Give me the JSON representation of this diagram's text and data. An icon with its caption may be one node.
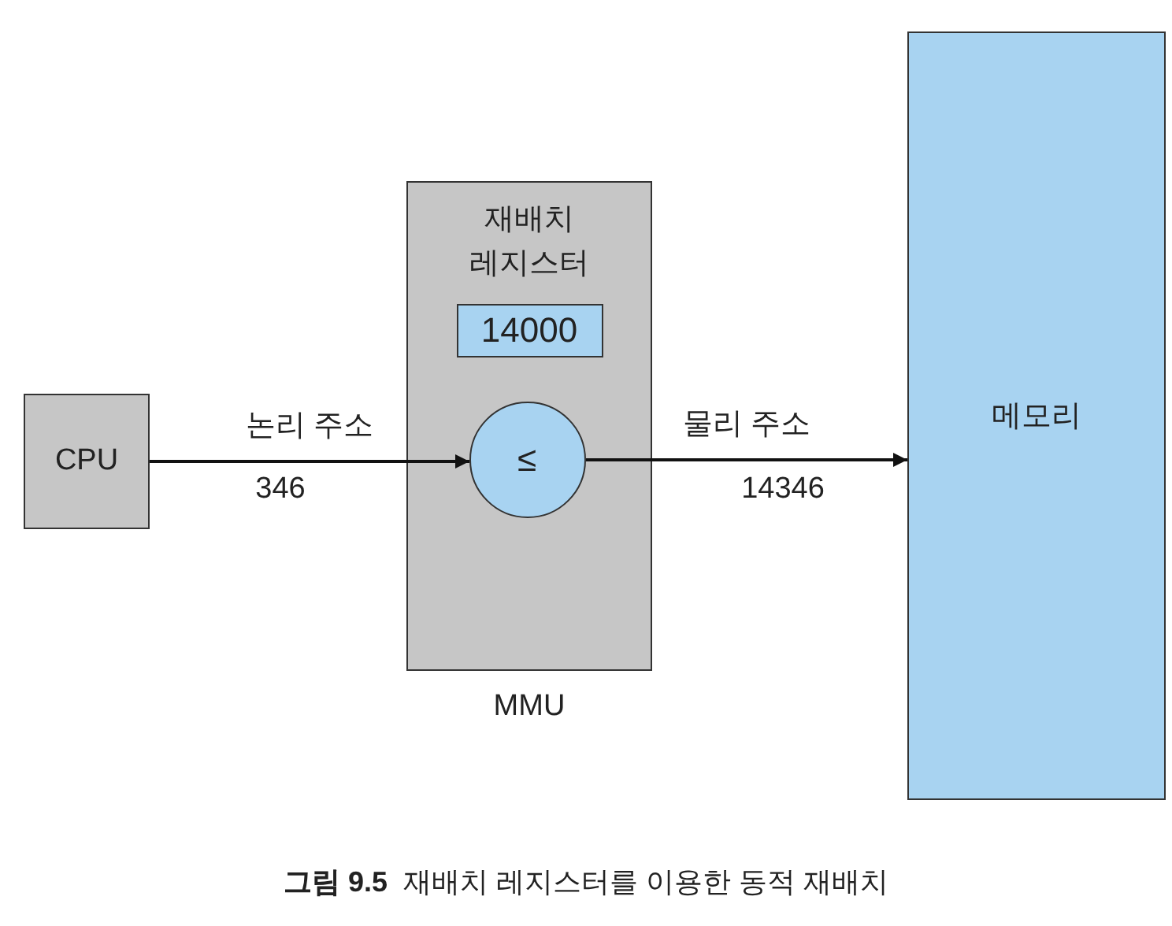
{
  "diagram": {
    "caption": "**그림 9.5**  재배치 레지스터를 이용한 동적 재배치",
    "nodes": [
      {
        "text": [
          "CPU"
        ]
      },
      {
        "text": [
          "재배치 레지스터"
        ],
        "beside": [
          "MMU"
        ]
      },
      {
        "text": [
          "14000"
        ],
        "in": 1
      },
      {
        "text": [
          "≤"
        ],
        "in": 1
      },
      {
        "text": [
          "메모리"
        ]
      }
    ],
    "edges": [
      {
        "from": 0,
        "to": 3,
        "arrow": "to",
        "label": "논리 주소"
      },
      {
        "from": 3,
        "to": 4,
        "arrow": "to",
        "label": "물리 주소"
      }
    ],
    "labels": [
      "346",
      "14346"
    ]
  }
}
